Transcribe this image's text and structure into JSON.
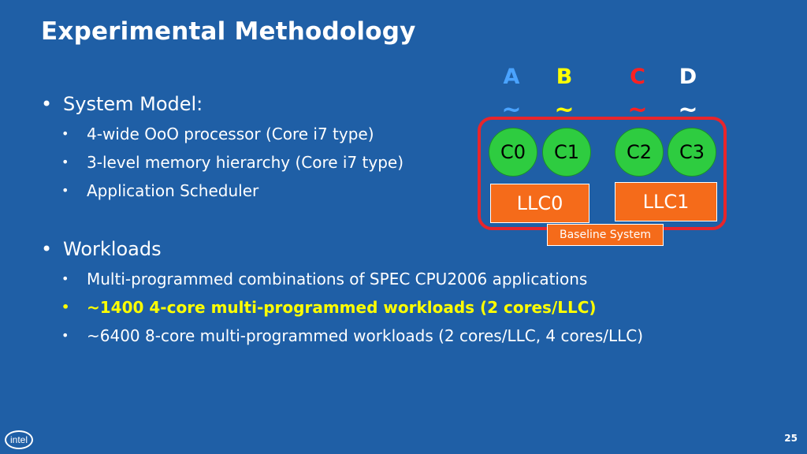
{
  "title": "Experimental Methodology",
  "bullets": {
    "system_model": {
      "label": "System Model:",
      "items": [
        "4-wide OoO processor (Core i7 type)",
        "3-level memory hierarchy (Core i7 type)",
        "Application Scheduler"
      ]
    },
    "workloads": {
      "label": "Workloads",
      "items": [
        "Multi-programmed combinations of SPEC CPU2006 applications",
        "~1400 4-core multi-programmed workloads (2 cores/LLC)",
        "~6400 8-core multi-programmed workloads (2 cores/LLC, 4 cores/LLC)"
      ]
    }
  },
  "diagram": {
    "apps": [
      "A",
      "B",
      "C",
      "D"
    ],
    "app_colors": [
      "#4aa3ff",
      "#ffff00",
      "#ff2020",
      "#ffffff"
    ],
    "squiggle": "~",
    "cores": [
      "C0",
      "C1",
      "C2",
      "C3"
    ],
    "llcs": [
      "LLC0",
      "LLC1"
    ],
    "caption": "Baseline System"
  },
  "footer": {
    "logo_text": "intel",
    "page_number": "25"
  },
  "colors": {
    "background": "#1f5fa6",
    "highlight": "#ffff00",
    "core_green": "#2ecc40",
    "llc_orange": "#f56b1a",
    "border_red": "#e8252b"
  }
}
